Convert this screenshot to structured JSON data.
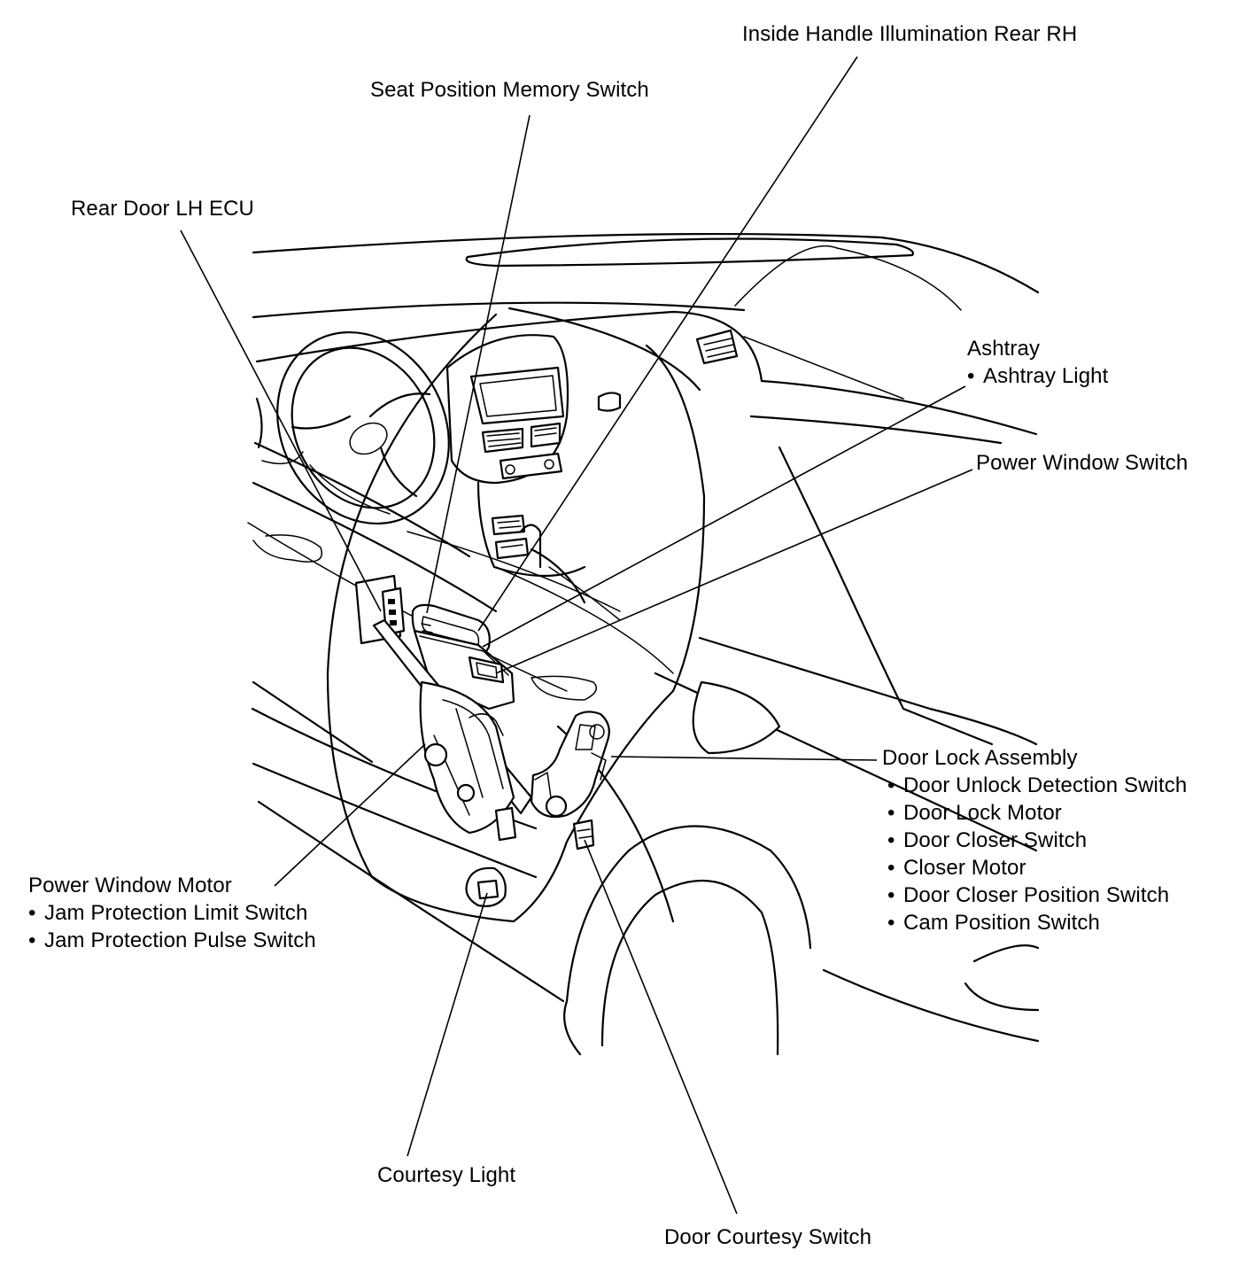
{
  "diagram": {
    "callouts": [
      {
        "id": "inside-handle",
        "title": "Inside Handle Illumination Rear RH",
        "items": []
      },
      {
        "id": "seat-memory",
        "title": "Seat Position Memory Switch",
        "items": []
      },
      {
        "id": "rear-door-ecu",
        "title": "Rear Door LH ECU",
        "items": []
      },
      {
        "id": "ashtray",
        "title": "Ashtray",
        "items": [
          "Ashtray Light"
        ]
      },
      {
        "id": "power-window-switch",
        "title": "Power Window Switch",
        "items": []
      },
      {
        "id": "door-lock",
        "title": "Door Lock Assembly",
        "items": [
          "Door Unlock Detection Switch",
          "Door Lock Motor",
          "Door Closer Switch",
          "Closer Motor",
          "Door Closer Position Switch",
          "Cam Position Switch"
        ]
      },
      {
        "id": "power-window-motor",
        "title": "Power Window Motor",
        "items": [
          "Jam Protection Limit Switch",
          "Jam Protection Pulse Switch"
        ]
      },
      {
        "id": "courtesy-light",
        "title": "Courtesy Light",
        "items": []
      },
      {
        "id": "door-courtesy-switch",
        "title": "Door Courtesy Switch",
        "items": []
      }
    ]
  }
}
